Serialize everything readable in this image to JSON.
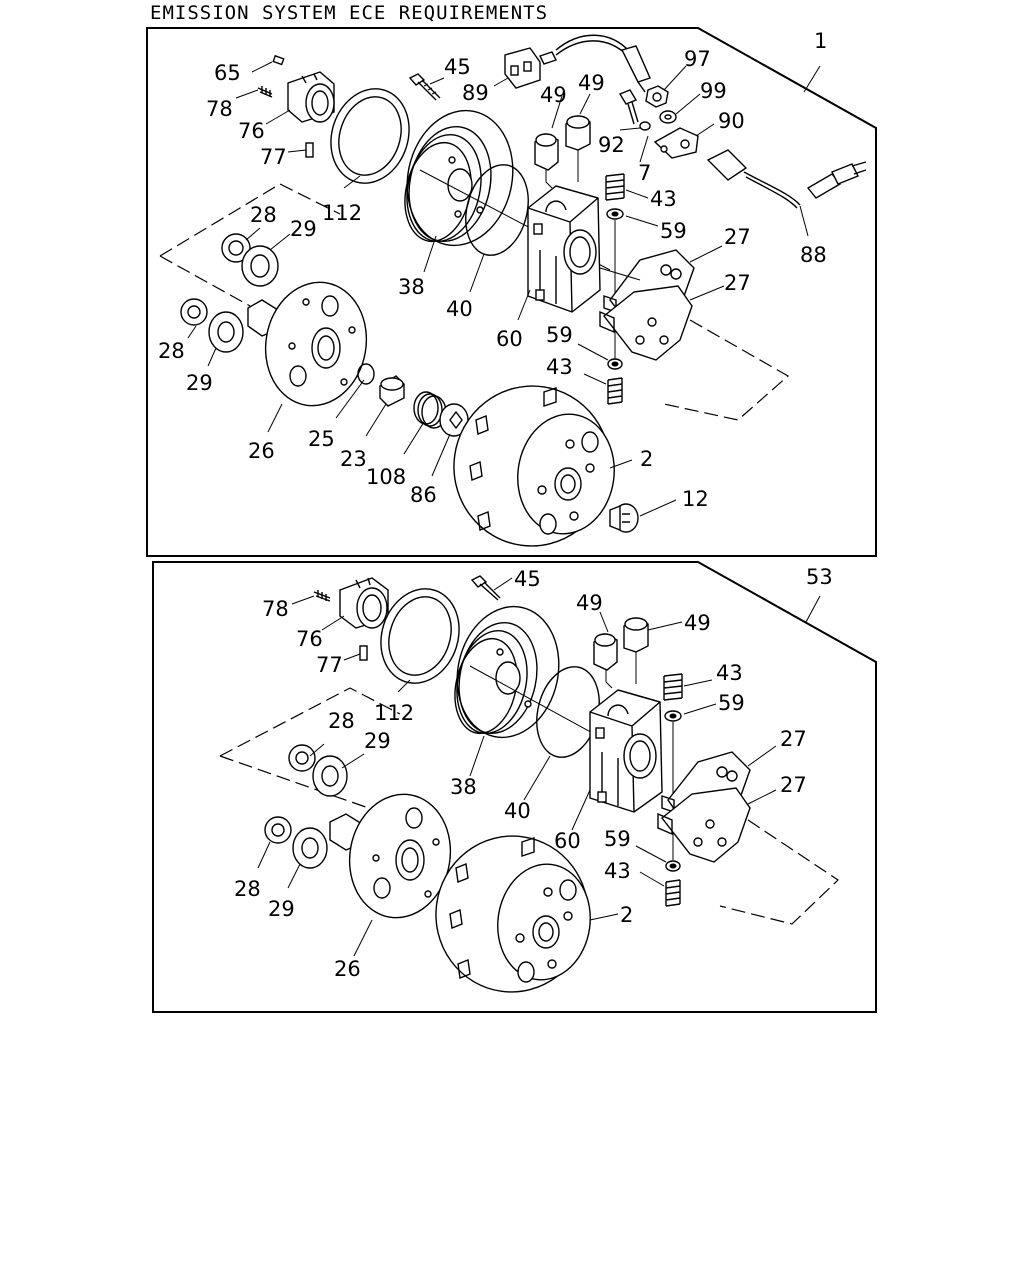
{
  "title": "EMISSION SYSTEM ECE REQUIREMENTS",
  "groups": [
    {
      "id": "1",
      "callouts": [
        {
          "text": "65"
        },
        {
          "text": "78"
        },
        {
          "text": "76"
        },
        {
          "text": "77"
        },
        {
          "text": "45"
        },
        {
          "text": "89"
        },
        {
          "text": "49"
        },
        {
          "text": "49"
        },
        {
          "text": "97"
        },
        {
          "text": "99"
        },
        {
          "text": "90"
        },
        {
          "text": "92"
        },
        {
          "text": "7"
        },
        {
          "text": "43"
        },
        {
          "text": "59"
        },
        {
          "text": "112"
        },
        {
          "text": "28"
        },
        {
          "text": "29"
        },
        {
          "text": "38"
        },
        {
          "text": "40"
        },
        {
          "text": "60"
        },
        {
          "text": "27"
        },
        {
          "text": "27"
        },
        {
          "text": "88"
        },
        {
          "text": "28"
        },
        {
          "text": "29"
        },
        {
          "text": "59"
        },
        {
          "text": "43"
        },
        {
          "text": "26"
        },
        {
          "text": "25"
        },
        {
          "text": "23"
        },
        {
          "text": "108"
        },
        {
          "text": "86"
        },
        {
          "text": "2"
        },
        {
          "text": "12"
        }
      ]
    },
    {
      "id": "53",
      "callouts": [
        {
          "text": "78"
        },
        {
          "text": "76"
        },
        {
          "text": "77"
        },
        {
          "text": "45"
        },
        {
          "text": "49"
        },
        {
          "text": "49"
        },
        {
          "text": "43"
        },
        {
          "text": "59"
        },
        {
          "text": "112"
        },
        {
          "text": "28"
        },
        {
          "text": "29"
        },
        {
          "text": "38"
        },
        {
          "text": "40"
        },
        {
          "text": "60"
        },
        {
          "text": "27"
        },
        {
          "text": "27"
        },
        {
          "text": "59"
        },
        {
          "text": "43"
        },
        {
          "text": "28"
        },
        {
          "text": "29"
        },
        {
          "text": "26"
        },
        {
          "text": "2"
        }
      ]
    }
  ]
}
